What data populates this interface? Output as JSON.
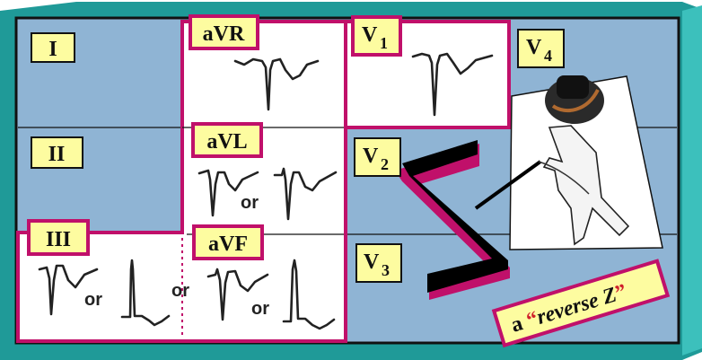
{
  "leads": {
    "I": "I",
    "II": "II",
    "III": "III",
    "aVR": "aVR",
    "aVL": "aVL",
    "aVF": "aVF",
    "V1": "V",
    "V1_sub": "1",
    "V2": "V",
    "V2_sub": "2",
    "V3": "V",
    "V3_sub": "3",
    "V4": "V",
    "V4_sub": "4"
  },
  "connectors": {
    "or": "or"
  },
  "caption": {
    "prefix": "a ",
    "open_quote": "“",
    "text": "reverse Z",
    "close_quote": "”"
  },
  "colors": {
    "frame": "#1f9a98",
    "panel": "#8fb4d4",
    "highlight_border": "#c0106a",
    "label_bg": "#fdfca0",
    "quote": "#d0202a"
  },
  "illustration": "fencer-with-hat"
}
